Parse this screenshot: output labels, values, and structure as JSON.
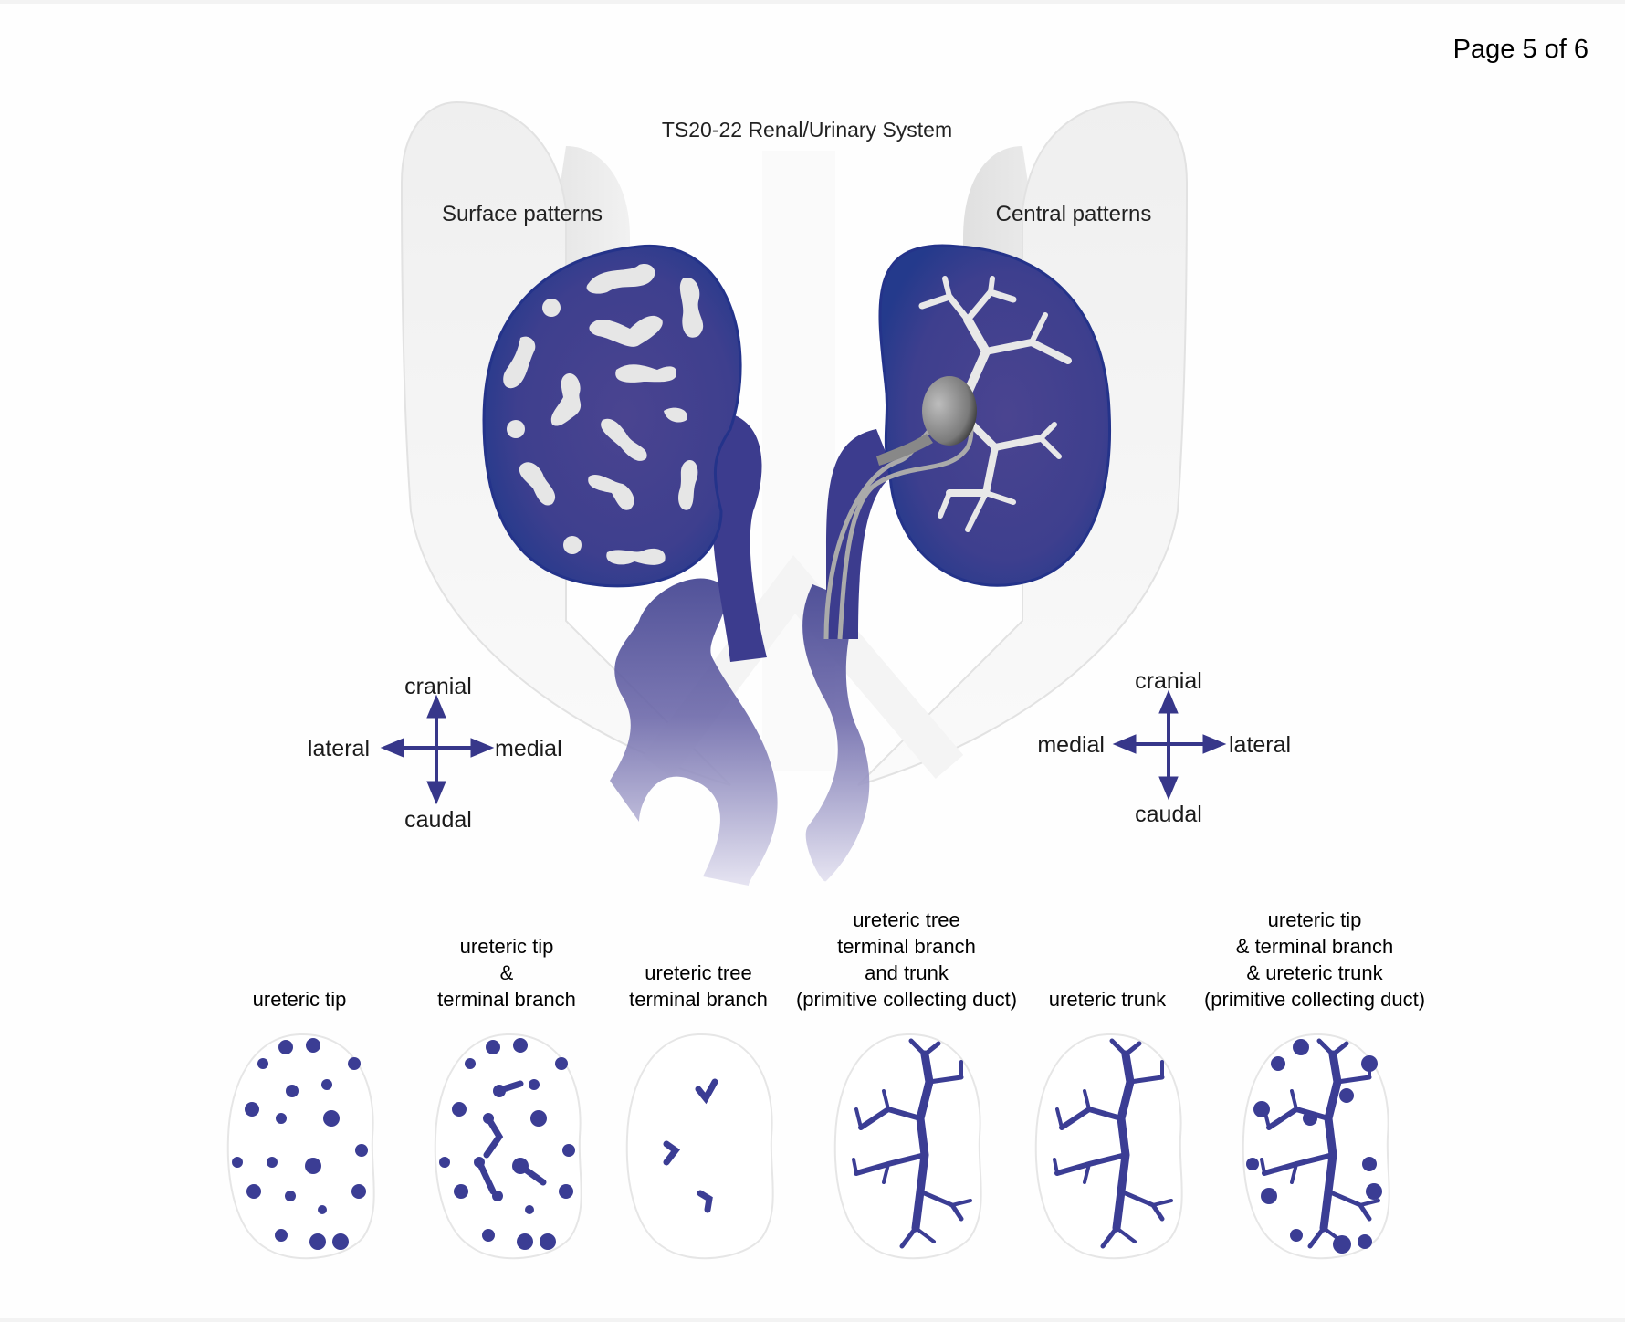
{
  "page": {
    "number_label": "Page 5 of 6"
  },
  "figure": {
    "title": "TS20-22 Renal/Urinary System",
    "left_panel": {
      "label": "Surface patterns",
      "pattern": "surface"
    },
    "right_panel": {
      "label": "Central patterns",
      "pattern": "central"
    },
    "colors": {
      "kidney": "#2b3a8f",
      "kidney_center": "#4a4490",
      "pattern_fill": "#3b3d94",
      "highlight": "#e8e8e8",
      "outline": "#e6e6e6"
    },
    "orientation_left": {
      "up": "cranial",
      "down": "caudal",
      "left": "lateral",
      "right": "medial"
    },
    "orientation_right": {
      "up": "cranial",
      "down": "caudal",
      "left": "medial",
      "right": "lateral"
    },
    "patterns": [
      {
        "lines": [
          "ureteric tip"
        ],
        "type": "tip"
      },
      {
        "lines": [
          "ureteric tip",
          "&",
          "terminal branch"
        ],
        "type": "tip_branch"
      },
      {
        "lines": [
          "ureteric tree",
          "terminal branch"
        ],
        "type": "tree_terminal"
      },
      {
        "lines": [
          "ureteric tree",
          "terminal branch",
          "and trunk",
          "(primitive collecting duct)"
        ],
        "type": "tree_trunk"
      },
      {
        "lines": [
          "ureteric trunk"
        ],
        "type": "trunk"
      },
      {
        "lines": [
          "ureteric tip",
          "& terminal branch",
          "& ureteric trunk",
          "(primitive collecting duct)"
        ],
        "type": "all"
      }
    ]
  }
}
